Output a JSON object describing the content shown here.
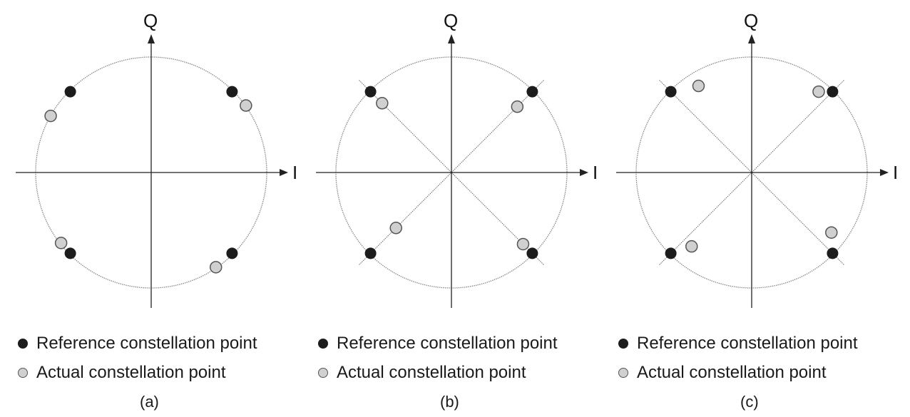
{
  "axes": {
    "q_label": "Q",
    "i_label": "I"
  },
  "legend": {
    "reference": "Reference constellation point",
    "actual": "Actual constellation point"
  },
  "colors": {
    "reference": "#1c1c1c",
    "actual": "#d0d0d0",
    "actual_stroke": "#555555",
    "circle": "#888888",
    "axis": "#222222",
    "diagonal": "#666666"
  },
  "panels": [
    {
      "caption": "(a)",
      "show_diagonals": false,
      "reference_points": [
        [
          -0.7,
          0.7
        ],
        [
          0.7,
          0.7
        ],
        [
          -0.7,
          -0.7
        ],
        [
          0.7,
          -0.7
        ]
      ],
      "actual_points": [
        [
          -0.87,
          0.49
        ],
        [
          0.82,
          0.58
        ],
        [
          -0.78,
          -0.61
        ],
        [
          0.56,
          -0.82
        ]
      ]
    },
    {
      "caption": "(b)",
      "show_diagonals": true,
      "reference_points": [
        [
          -0.7,
          0.7
        ],
        [
          0.7,
          0.7
        ],
        [
          -0.7,
          -0.7
        ],
        [
          0.7,
          -0.7
        ]
      ],
      "actual_points": [
        [
          -0.6,
          0.6
        ],
        [
          0.57,
          0.57
        ],
        [
          -0.48,
          -0.48
        ],
        [
          0.62,
          -0.62
        ]
      ]
    },
    {
      "caption": "(c)",
      "show_diagonals": true,
      "reference_points": [
        [
          -0.7,
          0.7
        ],
        [
          0.7,
          0.7
        ],
        [
          -0.7,
          -0.7
        ],
        [
          0.7,
          -0.7
        ]
      ],
      "actual_points": [
        [
          -0.46,
          0.75
        ],
        [
          0.58,
          0.7
        ],
        [
          -0.52,
          -0.64
        ],
        [
          0.69,
          -0.52
        ]
      ]
    }
  ]
}
